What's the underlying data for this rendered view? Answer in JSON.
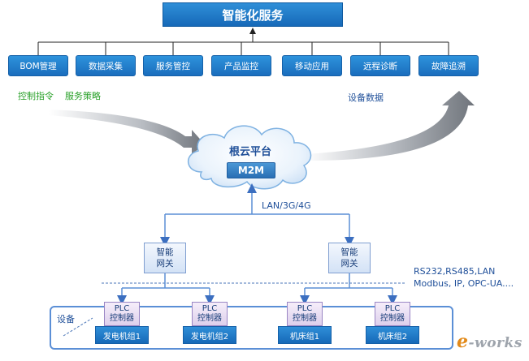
{
  "top": {
    "title": "智能化服务"
  },
  "services": [
    "BOM管理",
    "数据采集",
    "服务管控",
    "产品监控",
    "移动应用",
    "远程诊断",
    "故障追溯"
  ],
  "labels": {
    "control": "控制指令",
    "strategy": "服务策略",
    "device_data": "设备数据",
    "network": "LAN/3G/4G",
    "protocols_1": "RS232,RS485,LAN",
    "protocols_2": "Modbus, IP, OPC-UA....",
    "devices": "设备"
  },
  "cloud": {
    "title": "根云平台",
    "core": "M2M"
  },
  "gateways": [
    {
      "line1": "智能",
      "line2": "网关"
    },
    {
      "line1": "智能",
      "line2": "网关"
    }
  ],
  "plcs": [
    {
      "line1": "PLC",
      "line2": "控制器"
    },
    {
      "line1": "PLC",
      "line2": "控制器"
    },
    {
      "line1": "PLC",
      "line2": "控制器"
    },
    {
      "line1": "PLC",
      "line2": "控制器"
    }
  ],
  "units": [
    "发电机组1",
    "发电机组2",
    "机床组1",
    "机床组2"
  ],
  "watermark": {
    "e": "e",
    "rest": "-works"
  },
  "colors": {
    "accent": "#1a6dbd",
    "line": "#5b8fd6",
    "green": "#2aa12a",
    "label": "#1f4f99"
  }
}
